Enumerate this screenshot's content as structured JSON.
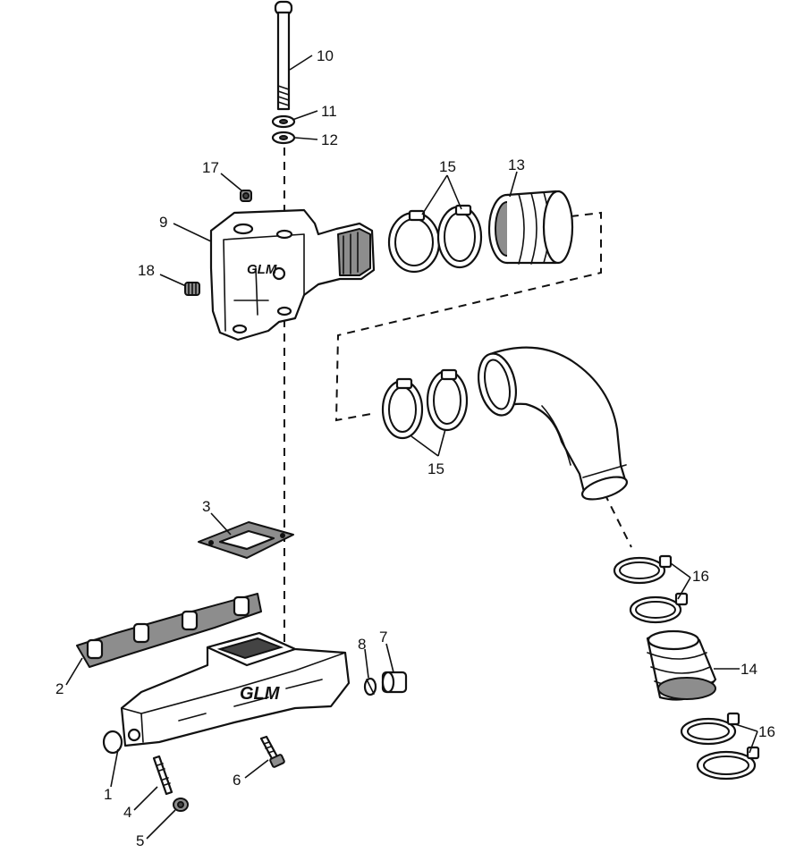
{
  "figure": {
    "logo_text": "GLM",
    "callouts": [
      {
        "id": "c1",
        "label": "1"
      },
      {
        "id": "c2",
        "label": "2"
      },
      {
        "id": "c3",
        "label": "3"
      },
      {
        "id": "c4",
        "label": "4"
      },
      {
        "id": "c5",
        "label": "5"
      },
      {
        "id": "c6",
        "label": "6"
      },
      {
        "id": "c7",
        "label": "7"
      },
      {
        "id": "c8",
        "label": "8"
      },
      {
        "id": "c9",
        "label": "9"
      },
      {
        "id": "c10",
        "label": "10"
      },
      {
        "id": "c11",
        "label": "11"
      },
      {
        "id": "c12",
        "label": "12"
      },
      {
        "id": "c13",
        "label": "13"
      },
      {
        "id": "c14",
        "label": "14"
      },
      {
        "id": "c15a",
        "label": "15"
      },
      {
        "id": "c15b",
        "label": "15"
      },
      {
        "id": "c16a",
        "label": "16"
      },
      {
        "id": "c16b",
        "label": "16"
      },
      {
        "id": "c17",
        "label": "17"
      },
      {
        "id": "c18",
        "label": "18"
      }
    ]
  }
}
